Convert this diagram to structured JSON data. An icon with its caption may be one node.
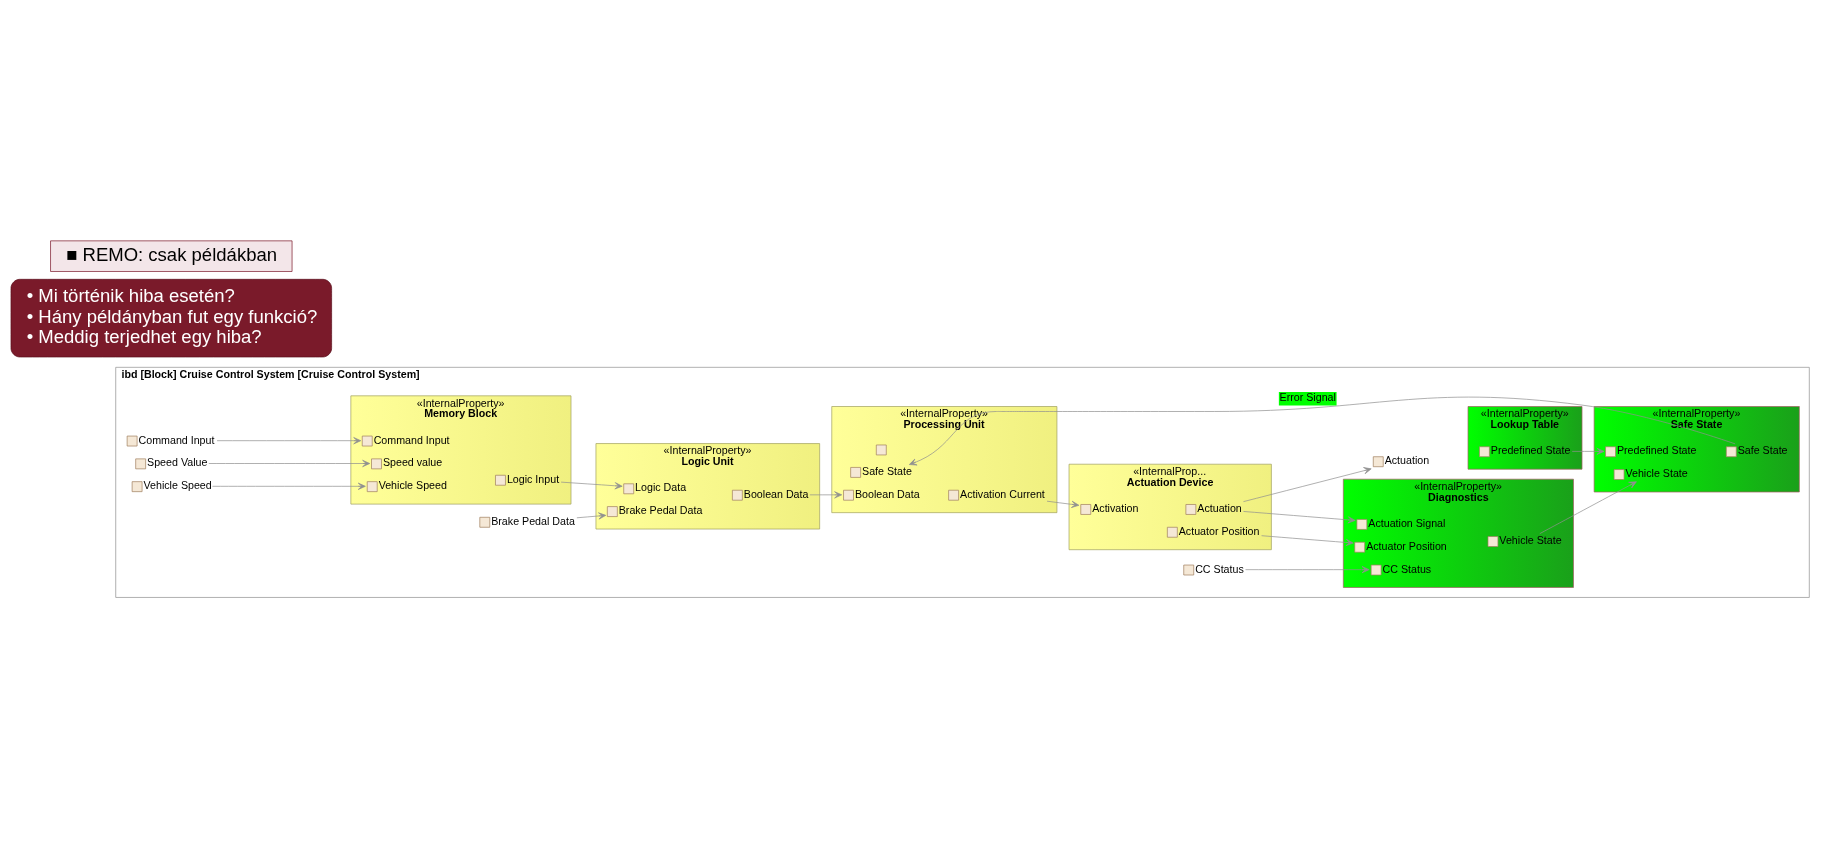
{
  "diagram": {
    "nodes": [
      {
        "text": [
          "ibd [Block] Cruise Control System [Cruise Control System]"
        ]
      },
      {
        "text": [],
        "shape": "box",
        "beside": [
          "Command Input"
        ],
        "in": 0
      },
      {
        "text": [],
        "shape": "box",
        "beside": [
          "Speed Value"
        ],
        "in": 0
      },
      {
        "text": [],
        "shape": "box",
        "beside": [
          "Vehicle Speed"
        ],
        "in": 0
      },
      {
        "text": [],
        "shape": "box",
        "beside": [
          "Brake Pedal Data"
        ],
        "in": 0
      },
      {
        "text": [],
        "shape": "box",
        "beside": [
          "CC Status"
        ],
        "in": 0
      },
      {
        "text": [],
        "shape": "box",
        "beside": [
          "Actuation"
        ],
        "in": 0
      },
      {
        "text": [
          "«InternalProperty»",
          "Memory Block"
        ],
        "in": 0
      },
      {
        "text": [],
        "shape": "box",
        "beside": [
          "Command Input"
        ],
        "in": 7
      },
      {
        "text": [],
        "shape": "box",
        "beside": [
          "Speed value"
        ],
        "in": 7
      },
      {
        "text": [],
        "shape": "box",
        "beside": [
          "Vehicle Speed"
        ],
        "in": 7
      },
      {
        "text": [],
        "shape": "box",
        "beside": [
          "Logic Input"
        ],
        "in": 7
      },
      {
        "text": [
          "«InternalProperty»",
          "Logic Unit"
        ],
        "in": 0
      },
      {
        "text": [],
        "shape": "box",
        "beside": [
          "Logic Data"
        ],
        "in": 12
      },
      {
        "text": [],
        "shape": "box",
        "beside": [
          "Brake Pedal Data"
        ],
        "in": 12
      },
      {
        "text": [],
        "shape": "box",
        "beside": [
          "Boolean Data"
        ],
        "in": 12
      },
      {
        "text": [
          "«InternalProperty»",
          "Processing Unit"
        ],
        "in": 0
      },
      {
        "text": [],
        "shape": "box",
        "in": 16
      },
      {
        "text": [],
        "shape": "box",
        "beside": [
          "Boolean Data"
        ],
        "in": 16
      },
      {
        "text": [],
        "shape": "box",
        "beside": [
          "Safe State"
        ],
        "in": 16
      },
      {
        "text": [],
        "shape": "box",
        "beside": [
          "Activation Current"
        ],
        "in": 16
      },
      {
        "text": [
          "«InternalProperty»",
          "Safe State"
        ],
        "in": 0
      },
      {
        "text": [],
        "shape": "box",
        "beside": [
          "Safe State"
        ],
        "in": 21
      },
      {
        "text": [],
        "shape": "box",
        "beside": [
          "Vehicle State"
        ],
        "in": 21
      },
      {
        "text": [],
        "shape": "box",
        "beside": [
          "Predefined State"
        ],
        "in": 21
      },
      {
        "text": [
          "«InternalProperty»",
          "Lookup Table"
        ],
        "in": 0
      },
      {
        "text": [],
        "shape": "box",
        "beside": [
          "Predefined State"
        ],
        "in": 25
      },
      {
        "text": [
          "«InternalProp...",
          "Actuation Device"
        ],
        "in": 0
      },
      {
        "text": [],
        "shape": "box",
        "beside": [
          "Activation"
        ],
        "in": 27
      },
      {
        "text": [],
        "shape": "box",
        "beside": [
          "Actuation"
        ],
        "in": 27
      },
      {
        "text": [],
        "shape": "box",
        "beside": [
          "Actuator Position"
        ],
        "in": 27
      },
      {
        "text": [
          "«InternalProperty»",
          "Diagnostics"
        ],
        "in": 0
      },
      {
        "text": [],
        "shape": "box",
        "beside": [
          "CC Status"
        ],
        "in": 31
      },
      {
        "text": [],
        "shape": "box",
        "beside": [
          "Vehicle State"
        ],
        "in": 31
      },
      {
        "text": [],
        "shape": "box",
        "beside": [
          "Actuator Position"
        ],
        "in": 31
      },
      {
        "text": [],
        "shape": "box",
        "beside": [
          "Actuation Signal"
        ],
        "in": 31
      },
      {
        "text": [
          "• Mi történik hiba esetén?",
          "• Hány példányban fut egy funkció?",
          "• Meddig terjedhet egy hiba?"
        ]
      },
      {
        "text": [
          "■ REMO: csak példákban"
        ]
      }
    ],
    "edges": [
      {
        "from": 1,
        "to": 8,
        "arrow": "to"
      },
      {
        "from": 2,
        "to": 9,
        "arrow": "to"
      },
      {
        "from": 3,
        "to": 10,
        "arrow": "to"
      },
      {
        "from": 11,
        "to": 13,
        "arrow": "to"
      },
      {
        "from": 4,
        "to": 14,
        "arrow": "to"
      },
      {
        "from": 15,
        "to": 18,
        "arrow": "to"
      },
      {
        "from": 22,
        "to": 19,
        "arrow": "to",
        "label": "Error Signal"
      },
      {
        "from": 20,
        "to": 28,
        "arrow": "to"
      },
      {
        "from": 29,
        "to": 6,
        "arrow": "to"
      },
      {
        "from": 26,
        "to": 24,
        "arrow": "to"
      },
      {
        "from": 33,
        "to": 23,
        "arrow": "to"
      },
      {
        "from": 30,
        "to": 34,
        "arrow": "to"
      },
      {
        "from": 5,
        "to": 32,
        "arrow": "to"
      },
      {
        "from": 29,
        "to": 35,
        "arrow": "to"
      }
    ]
  }
}
